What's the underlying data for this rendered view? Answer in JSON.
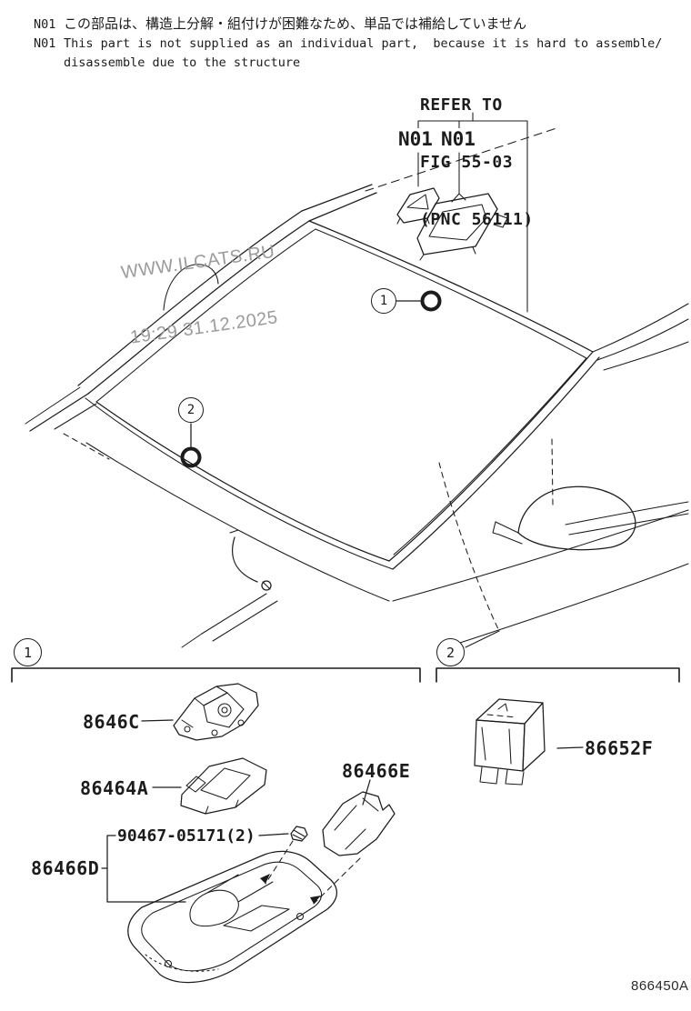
{
  "page": {
    "figure_code": "866450A"
  },
  "notes": {
    "flag": "N01",
    "jp": "この部品は、構造上分解・組付けが困難なため、単品では補給していません",
    "en_line1": "This part is not supplied as an individual part,  because it is hard to assemble/",
    "en_line2": "disassemble due to the structure"
  },
  "refer_note": {
    "line1": "REFER TO",
    "line2": "FIG 55-03",
    "line3": "(PNC 56111)"
  },
  "flag_labels": {
    "left": "N01",
    "right": "N01"
  },
  "watermark": {
    "site": "WWW.ILCATS.RU",
    "timestamp": "19:29 31.12.2025"
  },
  "callouts": {
    "marker1": "1",
    "marker2": "2",
    "section1": "1",
    "section2": "2"
  },
  "parts": {
    "camera": {
      "number": "8646C"
    },
    "camera_cover": {
      "number": "86464A"
    },
    "cover_e": {
      "number": "86466E"
    },
    "screw": {
      "number": "90467-05171(2)"
    },
    "cover_d": {
      "number": "86466D"
    },
    "sensor_box": {
      "number": "86652F"
    }
  },
  "colors": {
    "line": "#1c1c1c",
    "watermark": "#9b9b9b",
    "background": "#ffffff"
  }
}
